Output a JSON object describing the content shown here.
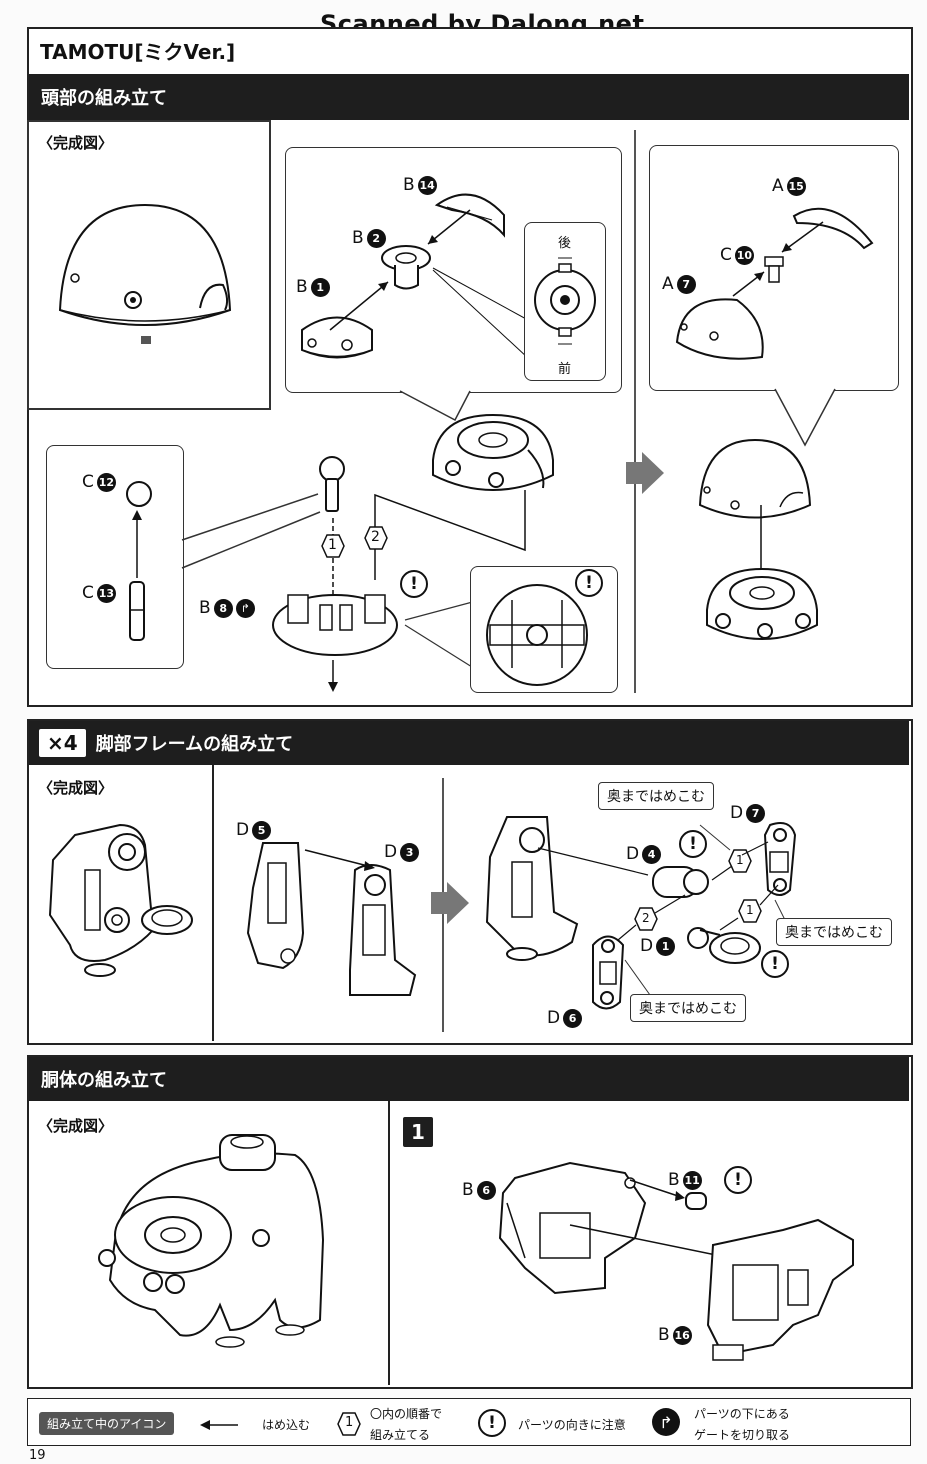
{
  "watermark": "Scanned by Dalong.net",
  "model_title": "TAMOTU[ミクVer.]",
  "page_number": "19",
  "completed_label": "〈完成図〉",
  "head": {
    "title": "頭部の組み立て",
    "labels": {
      "b14": "B",
      "b2": "B",
      "b1": "B",
      "a15": "A",
      "c10": "C",
      "a7": "A",
      "c12": "C",
      "c13": "C",
      "b8": "B"
    },
    "nums": {
      "b14": "14",
      "b2": "2",
      "b1": "1",
      "a15": "15",
      "c10": "10",
      "a7": "7",
      "c12": "12",
      "c13": "13",
      "b8": "8"
    },
    "back_label": "後",
    "front_label": "前",
    "step1": "1",
    "step2": "2"
  },
  "legs": {
    "multiplier": "×4",
    "title": "脚部フレームの組み立て",
    "labels": {
      "d5": "D",
      "d3": "D",
      "d4": "D",
      "d7": "D",
      "d1": "D",
      "d6": "D"
    },
    "nums": {
      "d5": "5",
      "d3": "3",
      "d4": "4",
      "d7": "7",
      "d1": "1",
      "d6": "6"
    },
    "press_in_1": "奥まではめこむ",
    "press_in_2": "奥まではめこむ",
    "press_in_3": "奥まではめこむ",
    "step1a": "1",
    "step1b": "1",
    "step2": "2"
  },
  "body": {
    "title": "胴体の組み立て",
    "step_badge": "1",
    "labels": {
      "b6": "B",
      "b11": "B",
      "b16": "B"
    },
    "nums": {
      "b6": "6",
      "b11": "11",
      "b16": "16"
    }
  },
  "legend": {
    "tag": "組み立て中のアイコン",
    "press_fit": "はめ込む",
    "order_line1": "〇内の順番で",
    "order_line2": "組み立てる",
    "order_num": "1",
    "caution": "パーツの向きに注意",
    "gate_line1": "パーツの下にある",
    "gate_line2": "ゲートを切り取る"
  }
}
